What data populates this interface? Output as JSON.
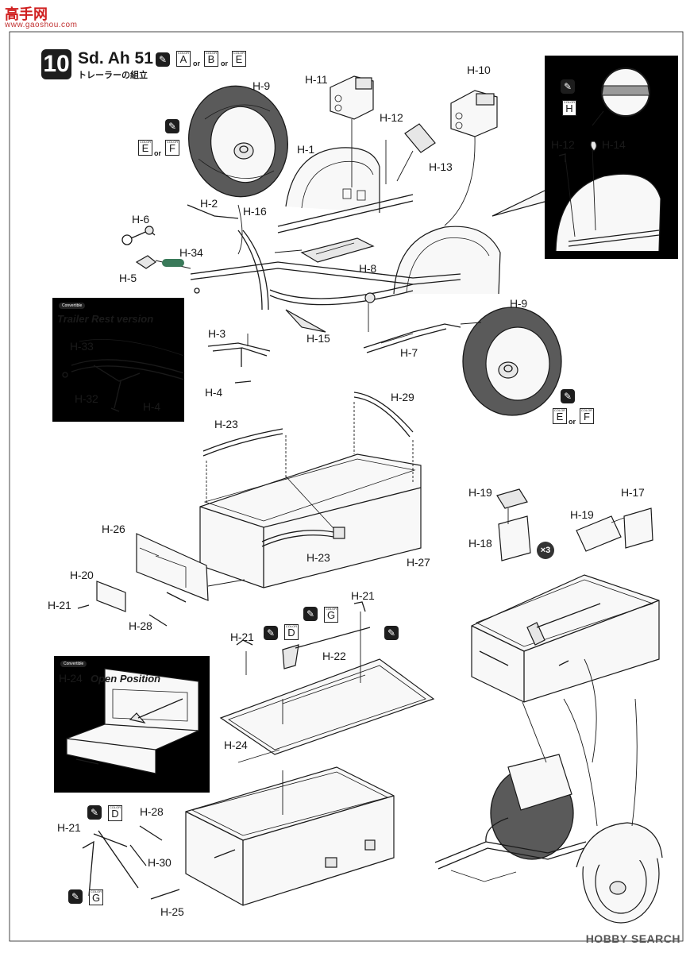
{
  "watermark": {
    "site": "高手网",
    "domain": "www.gaoshou.com"
  },
  "step": {
    "number": "10",
    "title": "Sd. Ah 51",
    "subtitle": "トレーラーの組立",
    "colors": [
      "A",
      "B",
      "E"
    ],
    "or_label": "or"
  },
  "parts": {
    "h9_top": "H-9",
    "h11": "H-11",
    "h10": "H-10",
    "h12": "H-12",
    "h1": "H-1",
    "h13": "H-13",
    "h2": "H-2",
    "h16": "H-16",
    "h6": "H-6",
    "h34": "H-34",
    "h5": "H-5",
    "h8": "H-8",
    "h3": "H-3",
    "h15": "H-15",
    "h4": "H-4",
    "h9_bottom": "H-9",
    "h7": "H-7",
    "h23_top": "H-23",
    "h29": "H-29",
    "h26": "H-26",
    "h23_mid": "H-23",
    "h27": "H-27",
    "h20": "H-20",
    "h21_left": "H-21",
    "h28_mid": "H-28",
    "h19_a": "H-19",
    "h17": "H-17",
    "h19_b": "H-19",
    "h18": "H-18",
    "h21_top": "H-21",
    "h21_mid": "H-21",
    "h22": "H-22",
    "h24_lid": "H-24",
    "h28_bottom": "H-28",
    "h21_bottom": "H-21",
    "h30": "H-30",
    "h25": "H-25"
  },
  "wheel_colors": {
    "top": [
      "E",
      "F"
    ],
    "bottom": [
      "E",
      "F"
    ]
  },
  "tool_colors": {
    "h22_left": "D",
    "h22_right": "G",
    "bottom_top": "D",
    "bottom_bottom": "G"
  },
  "inset_top_right": {
    "color": "H",
    "h12": "H-12",
    "h14": "H-14"
  },
  "inset_trailer_rest": {
    "badge": "Convertible",
    "caption": "Trailer Rest version",
    "h33": "H-33",
    "h32": "H-32",
    "h4": "H-4"
  },
  "inset_open": {
    "badge": "Convertible",
    "part": "H-24",
    "caption": "Open Position"
  },
  "multiplier": "×3",
  "brand": "HOBBY SEARCH"
}
